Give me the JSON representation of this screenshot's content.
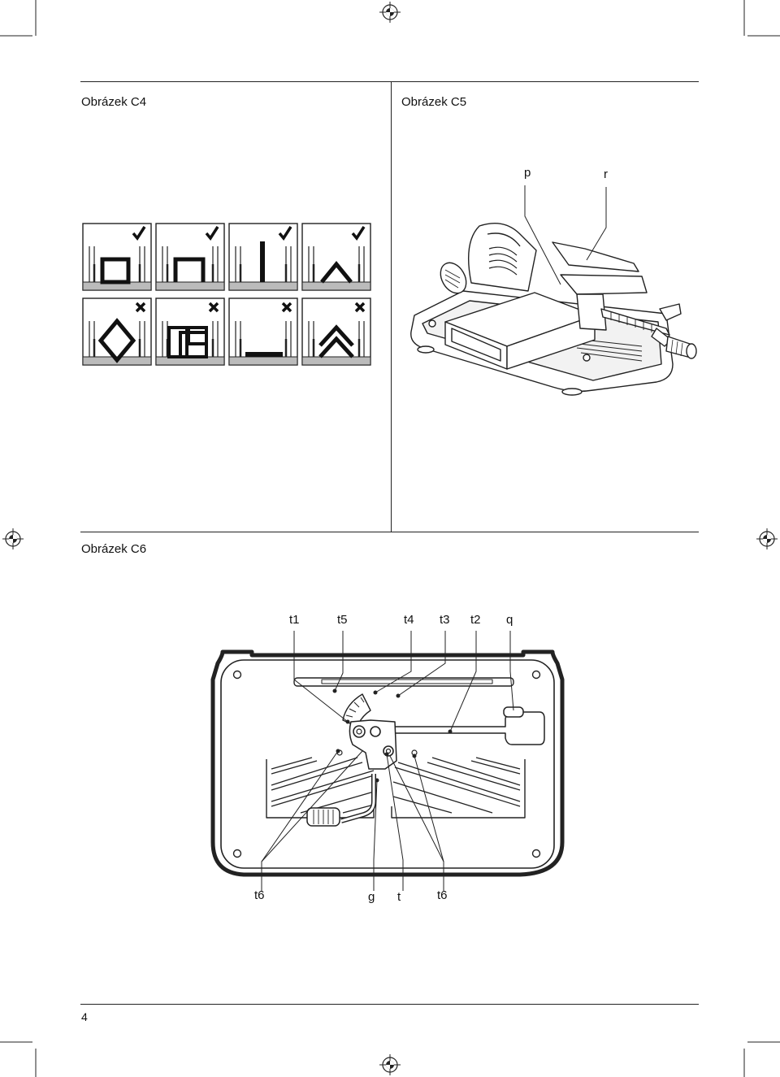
{
  "figures": {
    "c4": {
      "caption": "Obrázek C4"
    },
    "c5": {
      "caption": "Obrázek C5",
      "labels": {
        "p": "p",
        "r": "r"
      }
    },
    "c6": {
      "caption": "Obrázek C6",
      "top_labels": {
        "t1": "t1",
        "t5": "t5",
        "t4": "t4",
        "t3": "t3",
        "t2": "t2",
        "q": "q"
      },
      "bottom_labels": {
        "t6_left": "t6",
        "g": "g",
        "t": "t",
        "t6_right": "t6"
      }
    }
  },
  "page_number": "4",
  "icons": {
    "correct": "checkmark-icon",
    "incorrect": "cross-icon",
    "registration": "registration-mark-icon"
  }
}
